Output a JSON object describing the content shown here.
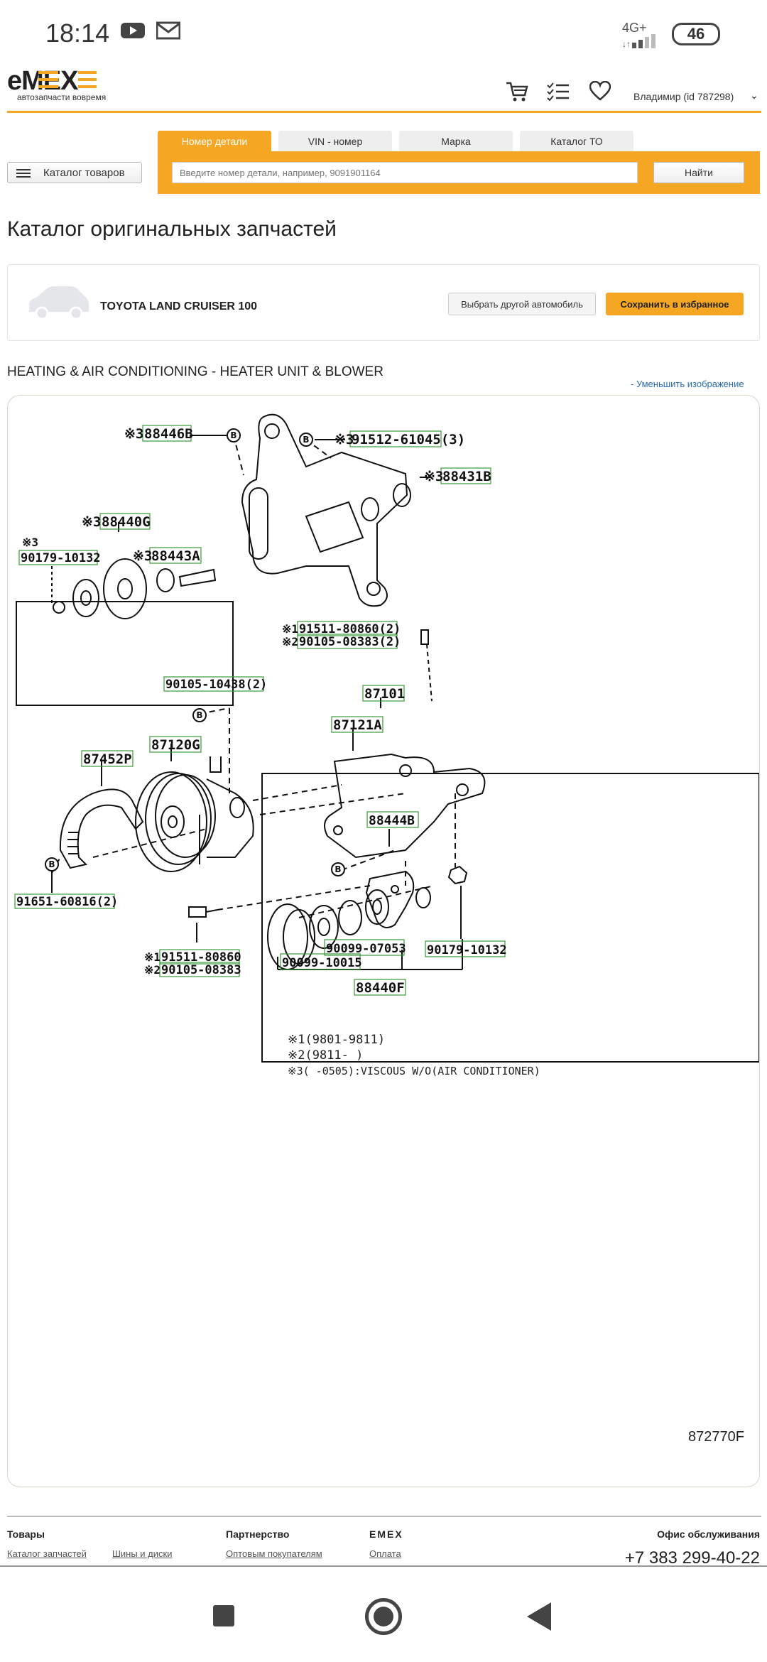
{
  "status_bar": {
    "time": "18:14",
    "network": "4G+",
    "battery": "46",
    "icons": [
      "youtube-icon",
      "mail-icon",
      "signal-icon"
    ]
  },
  "header": {
    "logo_text": "EMEX",
    "logo_tagline": "автозапчасти вовремя",
    "user_label": "Владимир  (id 787298)",
    "accent_color": "#f5a623",
    "icons": [
      "cart-icon",
      "list-icon",
      "heart-icon"
    ]
  },
  "catalog_button": {
    "label": "Каталог товаров"
  },
  "search": {
    "tabs": [
      {
        "label": "Номер детали",
        "active": true
      },
      {
        "label": "VIN - номер",
        "active": false
      },
      {
        "label": "Марка",
        "active": false
      },
      {
        "label": "Каталог ТО",
        "active": false
      }
    ],
    "placeholder": "Введите номер детали, например, 9091901164",
    "button_label": "Найти"
  },
  "page_title": "Каталог оригинальных запчастей",
  "car": {
    "name": "TOYOTA LAND CRUISER 100",
    "choose_label": "Выбрать другой автомобиль",
    "save_label": "Сохранить в избранное"
  },
  "section_title": "HEATING & AIR CONDITIONING - HEATER UNIT & BLOWER",
  "shrink_link": "- Уменьшить изображение",
  "diagram": {
    "parts": [
      {
        "prefix": "※3",
        "number": "88446B"
      },
      {
        "prefix": "※3",
        "number": "91512-61045(3)"
      },
      {
        "prefix": "※3",
        "number": "88431B"
      },
      {
        "prefix": "※3",
        "number": "88440G"
      },
      {
        "prefix": "※3",
        "number": "90179-10132"
      },
      {
        "prefix": "※3",
        "number": "88443A"
      },
      {
        "prefix": "※1",
        "number": "91511-80860(2)"
      },
      {
        "prefix": "※2",
        "number": "90105-08383(2)"
      },
      {
        "prefix": "",
        "number": "90105-10438(2)"
      },
      {
        "prefix": "",
        "number": "87101"
      },
      {
        "prefix": "",
        "number": "87121A"
      },
      {
        "prefix": "",
        "number": "87120G"
      },
      {
        "prefix": "",
        "number": "87452P"
      },
      {
        "prefix": "",
        "number": "88444B"
      },
      {
        "prefix": "",
        "number": "91651-60816(2)"
      },
      {
        "prefix": "",
        "number": "90099-07053"
      },
      {
        "prefix": "",
        "number": "90179-10132"
      },
      {
        "prefix": "",
        "number": "90099-10015"
      },
      {
        "prefix": "※1",
        "number": "91511-80860"
      },
      {
        "prefix": "※2",
        "number": "90105-08383"
      },
      {
        "prefix": "",
        "number": "88440F"
      }
    ],
    "notes": [
      "※1(9801-9811)",
      "※2(9811-     )",
      "※3(     -0505):VISCOUS W/O(AIR CONDITIONER)"
    ],
    "id": "872770F"
  },
  "footer": {
    "col1_title": "Товары",
    "col1_links": [
      "Каталог запчастей",
      "Шины и диски"
    ],
    "col2_title": "Партнерство",
    "col2_links": [
      "Оптовым покупателям"
    ],
    "col3_title": "EMEX",
    "col3_links": [
      "Оплата"
    ],
    "office_title": "Офис обслуживания",
    "phone": "+7 383 299-40-22"
  }
}
